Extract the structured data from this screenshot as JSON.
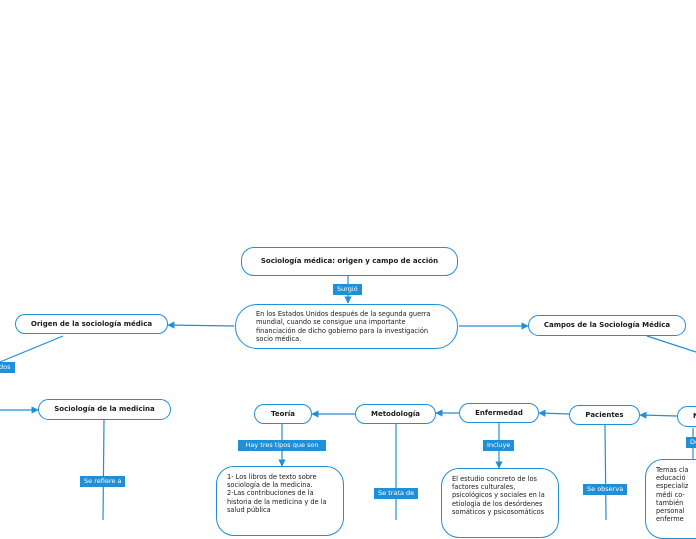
{
  "nodes": {
    "root": "Sociología médica: origen y campo de acción",
    "central": "En los Estados Unidos después de la segunda guerra mundial, cuando se consigue una importante financiación de dicho gobierno para la investigación socio médica.",
    "origen": "Origen de la sociología médica",
    "campos": "Campos de la Sociología Médica",
    "sociologia_medicina": "Sociología de la medicina",
    "teoria": "Teoría",
    "metodologia": "Metodología",
    "enfermedad": "Enfermedad",
    "pacientes": "Pacientes",
    "right_partial": "N",
    "teoria_text": "1- Los libros de texto sobre sociología de la medicina.\n2-Las contribuciones de la historia de la medicina y de la salud pública",
    "enfermedad_text": "El estudio concreto de los factores culturales, psicológicos y sociales en la etiología de los desórdenes somáticos y psicosomáticos",
    "right_text": "Temas cla\neducació\nespecializ\nmédi co-\ntambién\npersonal\nenferme"
  },
  "labels": {
    "surgio": "Surgió",
    "left_partial": "dos",
    "hay_tres": "Hay tres tipos que son",
    "incluye": "Incluye",
    "se_refiere": "Se refiere a",
    "se_trata": "Se trata de",
    "se_observa": "Se observa",
    "right_partial": "De"
  }
}
